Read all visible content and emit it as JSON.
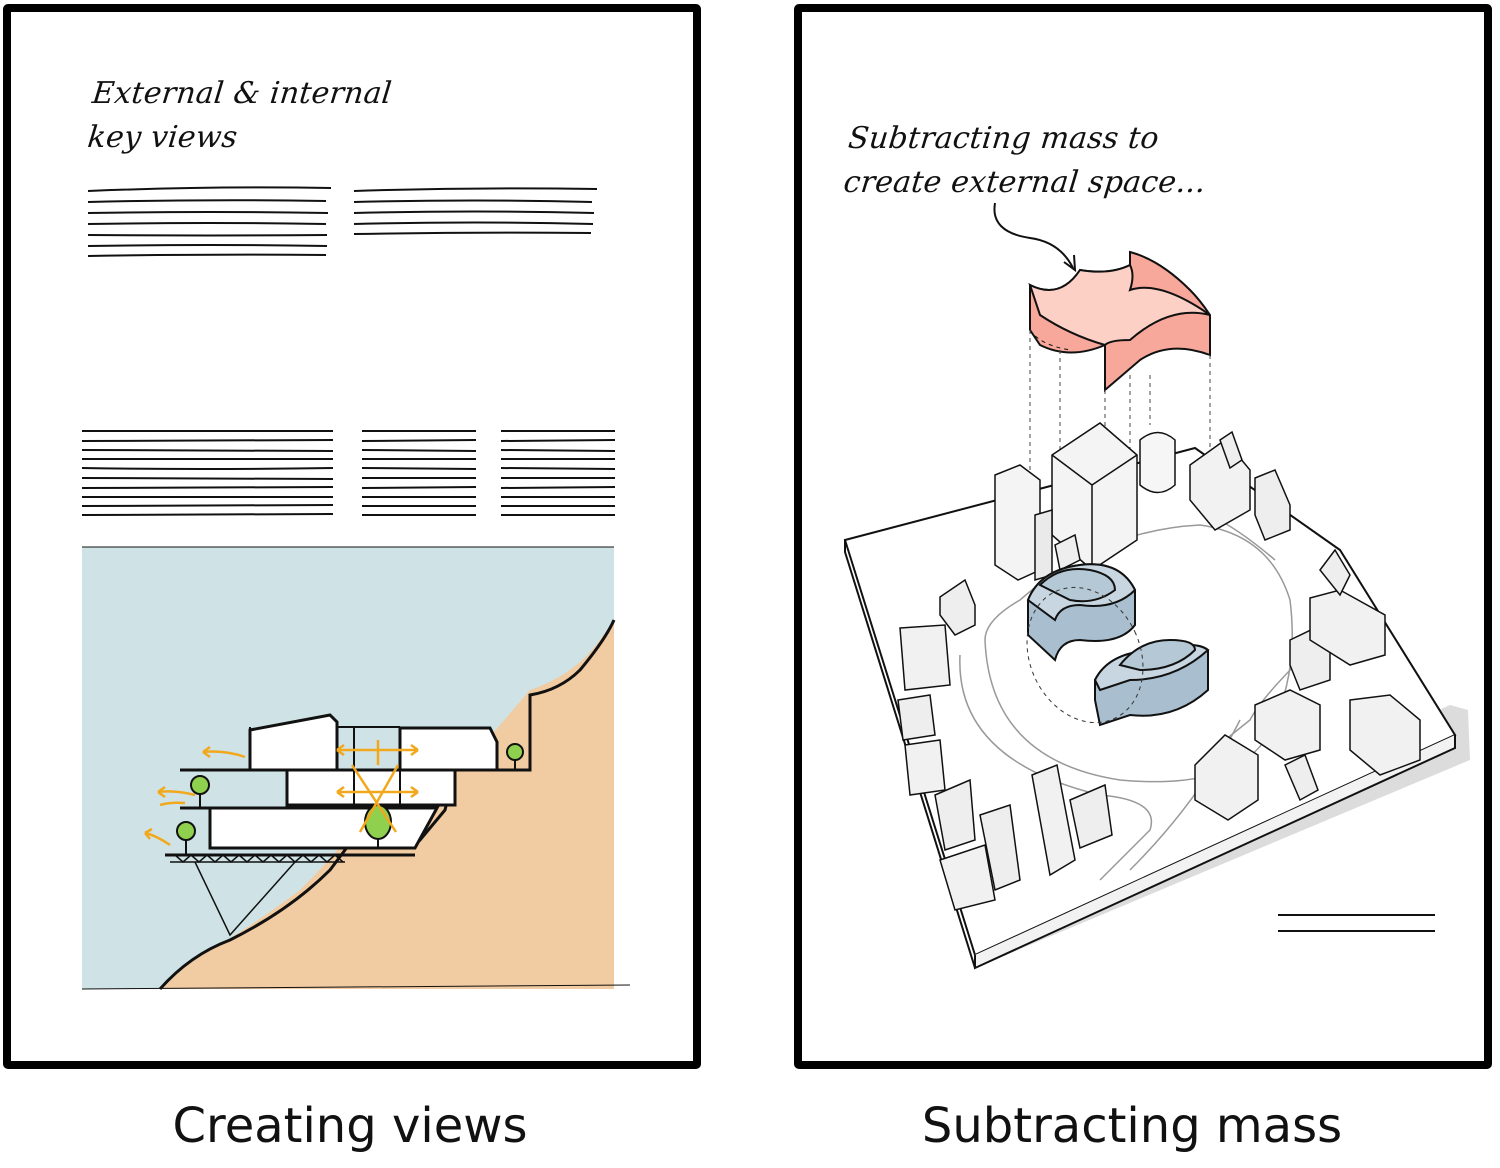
{
  "left_panel": {
    "heading_lines": [
      "External & internal",
      "key views"
    ],
    "caption": "Creating views"
  },
  "right_panel": {
    "heading_lines": [
      "Subtracting mass to",
      "create external space..."
    ],
    "caption": "Subtracting mass"
  },
  "colors": {
    "sky": "#cfe3e6",
    "ground": "#f1cba1",
    "view_arrows": "#f2a81d",
    "tree": "#8fd14f",
    "subtracted_mass": "#f7a89a",
    "massing_blocks": "#a9bfcf",
    "outline": "#111111"
  }
}
